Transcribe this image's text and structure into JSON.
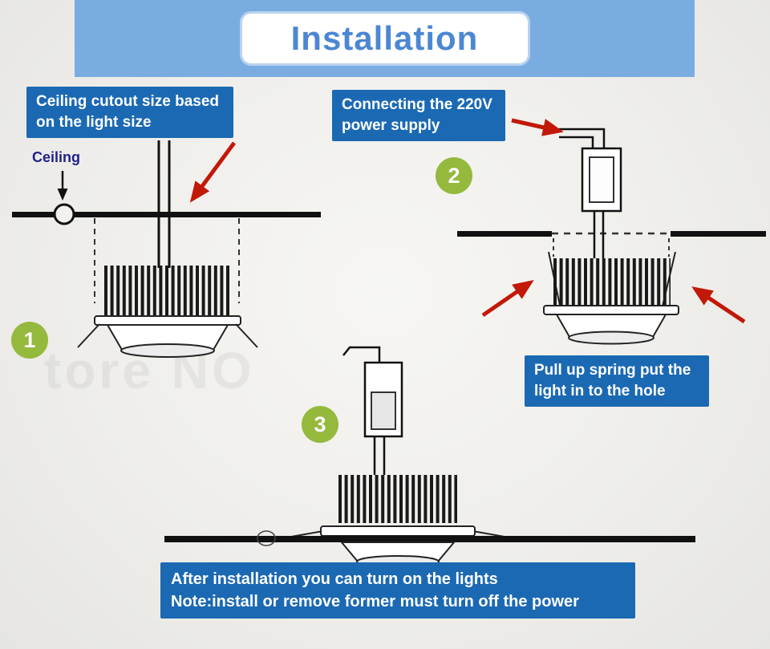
{
  "header": {
    "title": "Installation"
  },
  "watermark": "tore NO",
  "step1": {
    "number": "1",
    "callout": {
      "line1": "Ceiling cutout size based",
      "line2": "on the light size"
    },
    "ceiling_label": "Ceiling"
  },
  "step2": {
    "number": "2",
    "callout": {
      "line1": "Connecting the 220V",
      "line2": "power supply"
    },
    "spring_callout": {
      "line1": "Pull up spring put the",
      "line2": "light in to the hole"
    }
  },
  "step3": {
    "number": "3",
    "callout": {
      "line1": "After installation you can turn on the lights",
      "line2": "Note:install or remove former must turn off the power"
    }
  },
  "colors": {
    "banner_blue": "#79ade2",
    "title_blue": "#4c87d3",
    "callout_blue": "#1b69b3",
    "step_green": "#94b93d",
    "arrow_red": "#c21807",
    "line_black": "#111111"
  }
}
